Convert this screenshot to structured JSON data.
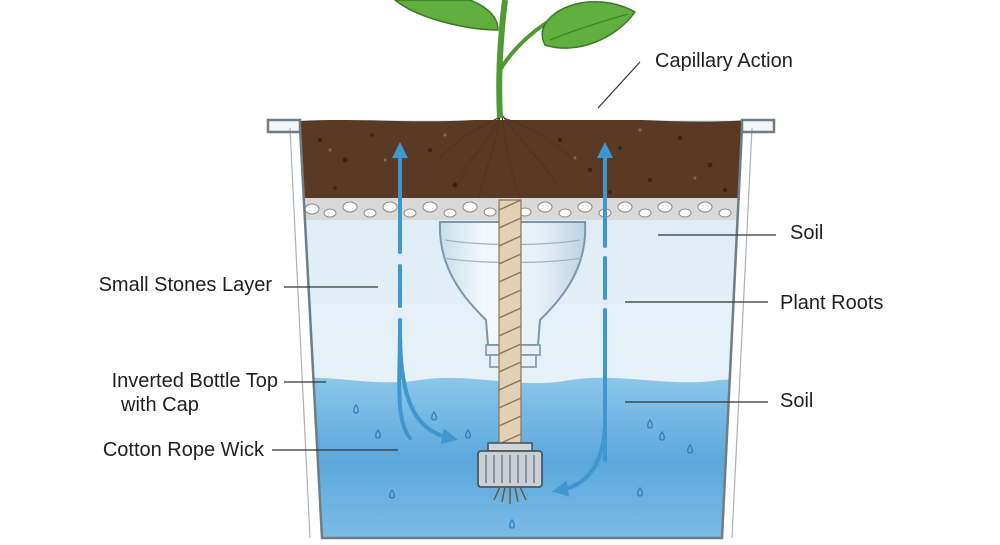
{
  "labels": {
    "capillary": "Capillary Action",
    "soil_upper": "Soil",
    "plant_roots": "Plant Roots",
    "soil_lower": "Soil",
    "stones": "Small Stones Layer",
    "bottle_line1": "Inverted Bottle Top",
    "bottle_line2": "with Cap",
    "wick": "Cotton Rope Wick"
  },
  "colors": {
    "soil": "#5a3a24",
    "water": "#5aa8dc",
    "arrow": "#3f97cf",
    "leaf": "#5fae3e",
    "rope": "#e3d1b5"
  }
}
